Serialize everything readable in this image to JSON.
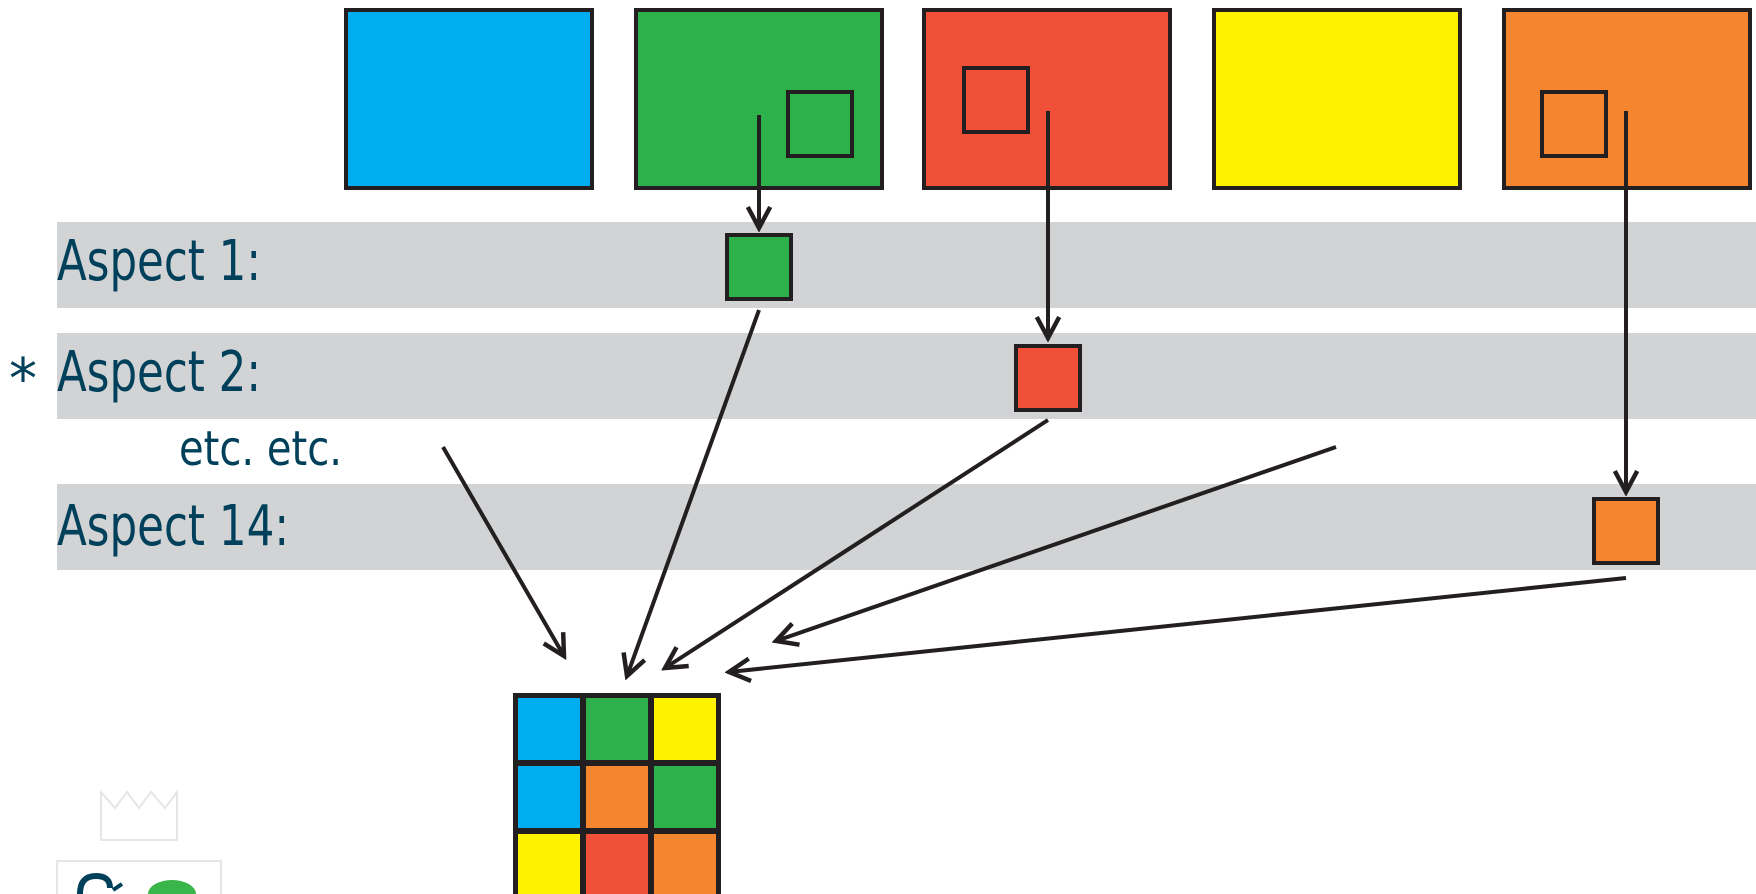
{
  "colors": {
    "blue": "#00aeef",
    "green": "#2db14b",
    "red": "#f05038",
    "yellow": "#fff200",
    "orange": "#f5862f",
    "band": "#d1d3d4",
    "stroke": "#231f20",
    "text": "#00405a",
    "logo_green": "#39b54a"
  },
  "source_boxes": [
    {
      "color": "blue",
      "has_inner_square": false
    },
    {
      "color": "green",
      "has_inner_square": true
    },
    {
      "color": "red",
      "has_inner_square": true
    },
    {
      "color": "yellow",
      "has_inner_square": false
    },
    {
      "color": "orange",
      "has_inner_square": true
    }
  ],
  "aspects": [
    {
      "label": "Aspect 1:",
      "marked": false,
      "extracted_color": "green"
    },
    {
      "label": "Aspect 2:",
      "marked": true,
      "extracted_color": "red"
    },
    {
      "label": "Aspect 14:",
      "marked": false,
      "extracted_color": "orange"
    }
  ],
  "marker": "*",
  "ellipsis_label": "etc. etc.",
  "result_grid": [
    [
      "blue",
      "green",
      "yellow"
    ],
    [
      "blue",
      "orange",
      "green"
    ],
    [
      "yellow",
      "red",
      "orange"
    ]
  ],
  "icons": [
    "crown-icon",
    "logo-icon"
  ]
}
